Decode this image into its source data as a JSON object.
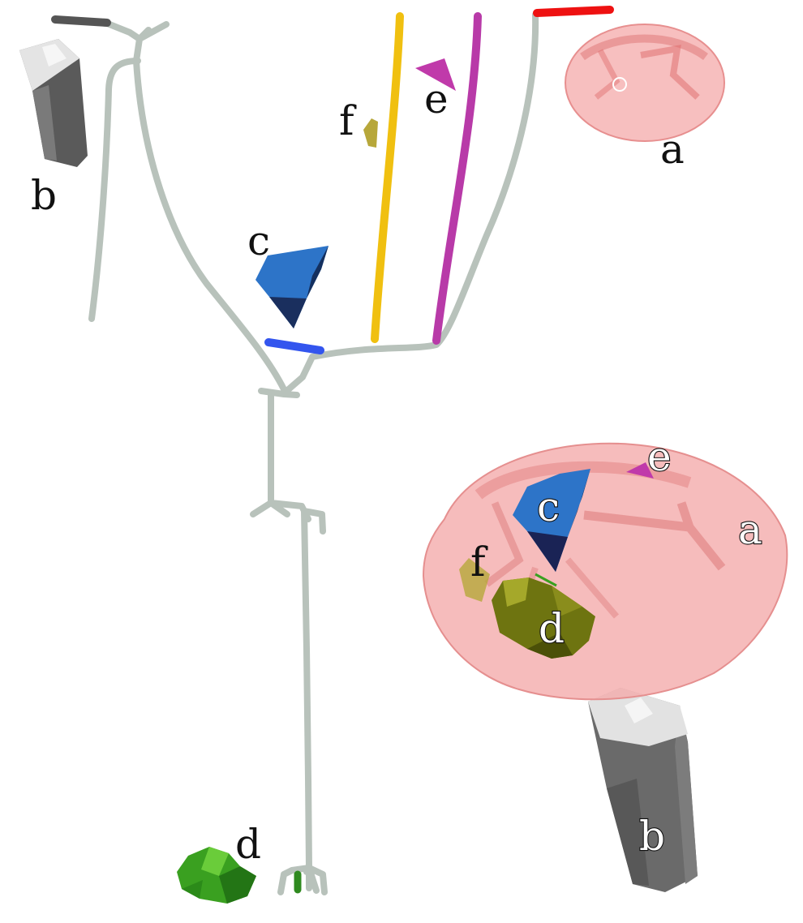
{
  "labels": {
    "top_b": "b",
    "top_c": "c",
    "top_f": "f",
    "top_e": "e",
    "top_a": "a",
    "bottom_d": "d",
    "closeup_e": "e",
    "closeup_c": "c",
    "closeup_a": "a",
    "closeup_f": "f",
    "closeup_d": "d",
    "closeup_b": "b"
  },
  "colors": {
    "skeleton": "#b8c2bb",
    "branch_a": "#ee1111",
    "branch_b": "#555555",
    "branch_c": "#3355ee",
    "branch_d": "#2f8a1f",
    "branch_e": "#b83aa8",
    "branch_f": "#f0c010",
    "region_a": "#f4a9a9",
    "region_b": "#6a6a6a",
    "region_c": "#2d74c8",
    "region_d_green": "#3aa020",
    "region_d_olive": "#6e7410",
    "region_e": "#c03aaa",
    "region_f": "#b7a73a"
  }
}
